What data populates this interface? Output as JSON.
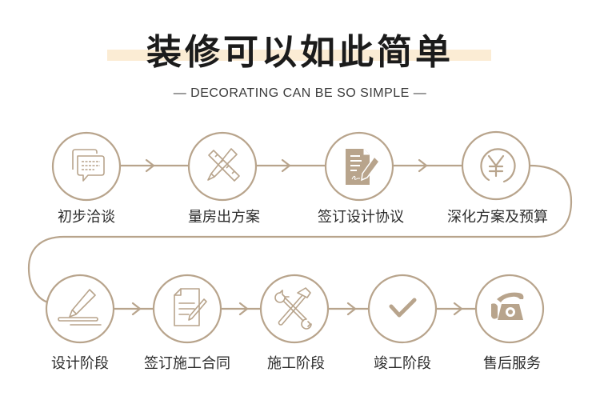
{
  "header": {
    "title": "装修可以如此简单",
    "subtitle": "— DECORATING CAN BE SO SIMPLE —"
  },
  "colors": {
    "accent": "#b8a48c",
    "band": "#fbecd4",
    "text": "#2b2b2b"
  },
  "steps": [
    {
      "label": "初步洽谈",
      "icon": "chat-bubbles-icon"
    },
    {
      "label": "量房出方案",
      "icon": "ruler-pencil-icon"
    },
    {
      "label": "签订设计协议",
      "icon": "contract-sign-icon"
    },
    {
      "label": "深化方案及预算",
      "icon": "yuan-coin-icon"
    },
    {
      "label": "设计阶段",
      "icon": "pen-drawing-icon"
    },
    {
      "label": "签订施工合同",
      "icon": "document-pen-icon"
    },
    {
      "label": "施工阶段",
      "icon": "wrench-hammer-icon"
    },
    {
      "label": "竣工阶段",
      "icon": "checkmark-icon"
    },
    {
      "label": "售后服务",
      "icon": "telephone-icon"
    }
  ]
}
